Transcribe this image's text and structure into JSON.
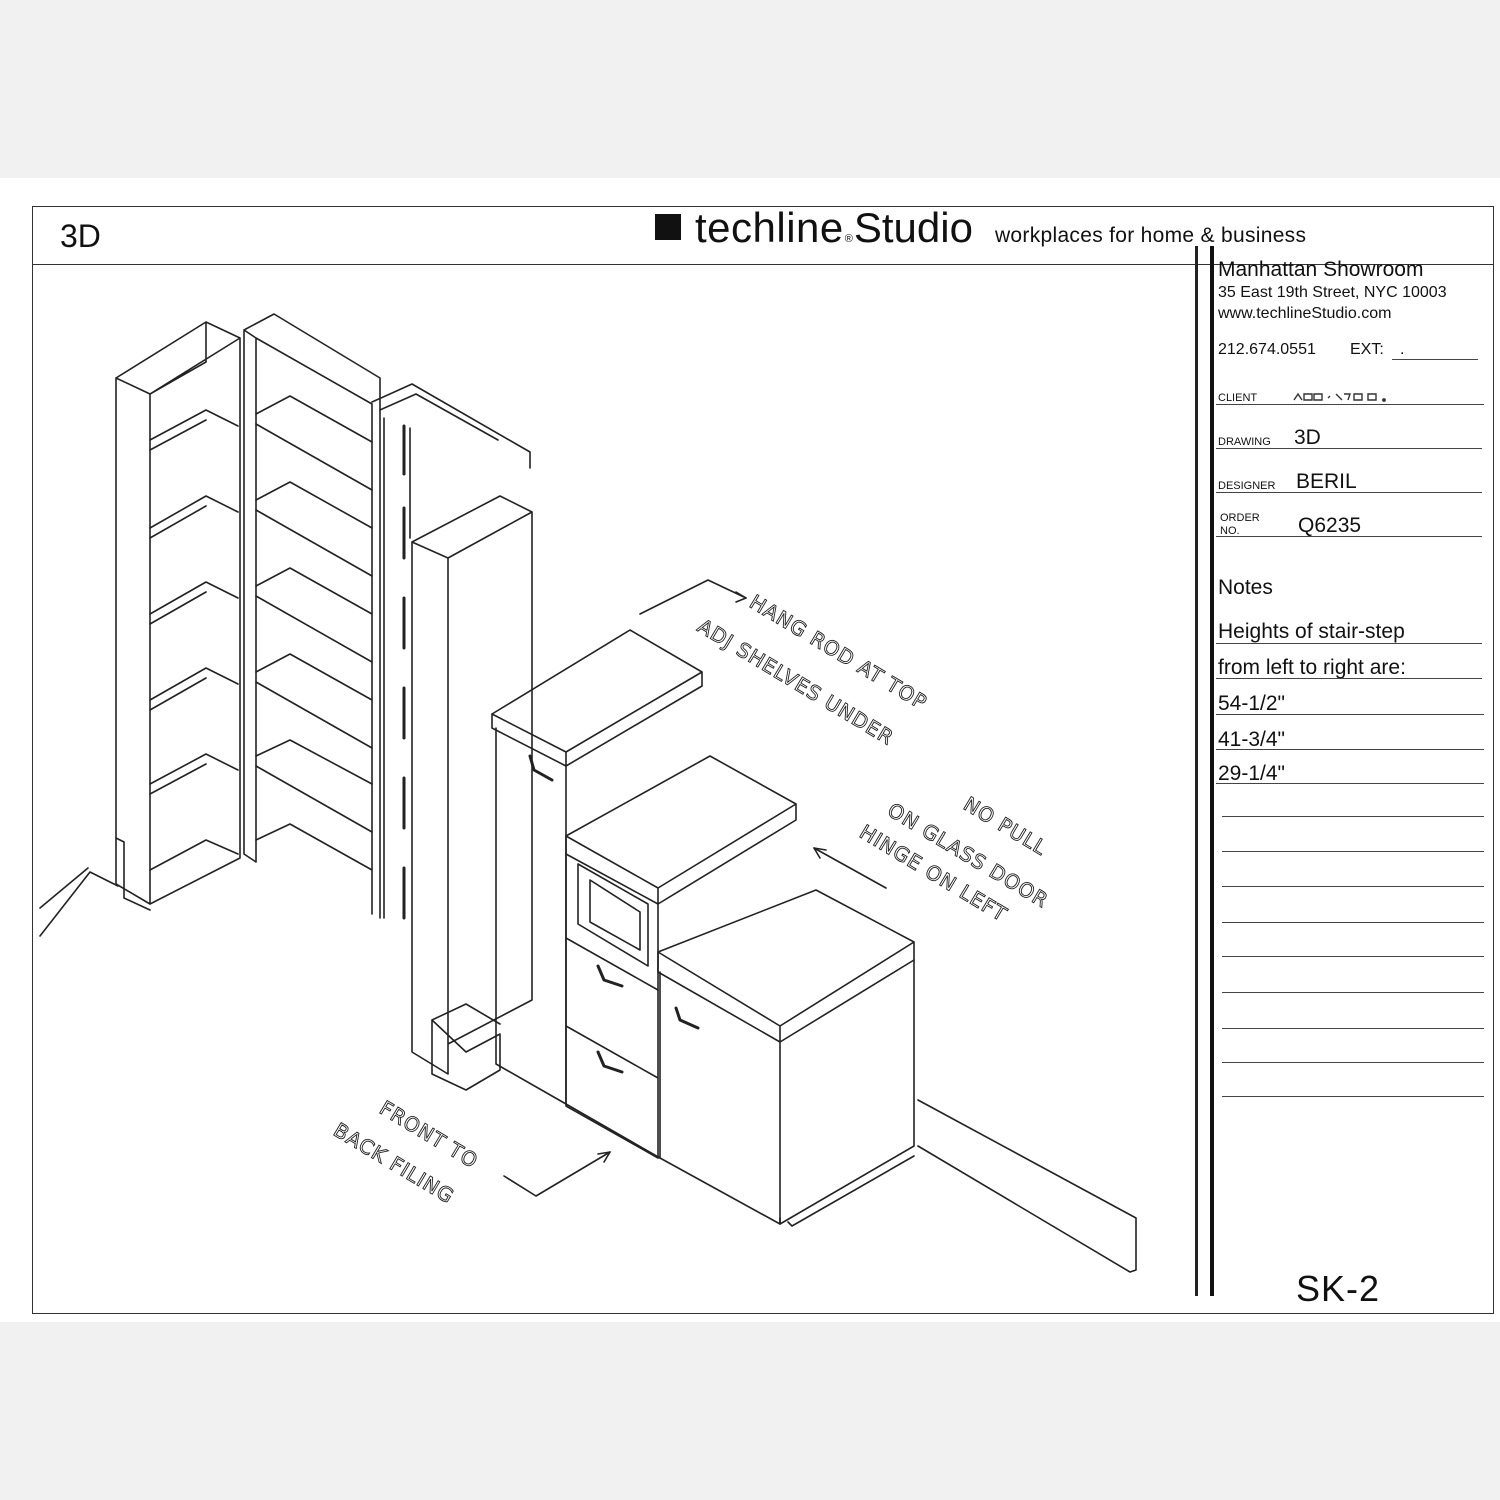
{
  "header": {
    "drawing_label": "3D",
    "brand_name": "techline",
    "brand_reg": "®",
    "brand_studio": "Studio",
    "tagline": "workplaces for home & business"
  },
  "title_block": {
    "showroom": "Manhattan Showroom",
    "address": "35 East 19th Street, NYC 10003",
    "website": "www.techlineStudio.com",
    "phone": "212.674.0551",
    "ext_label": "EXT:",
    "ext_value": ".",
    "client_label": "CLIENT",
    "drawing_field_label": "DRAWING",
    "drawing_field_value": "3D",
    "designer_label": "DESIGNER",
    "designer_value": "BERIL",
    "order_label_1": "ORDER",
    "order_label_2": "NO.",
    "order_value": "Q6235",
    "notes_label": "Notes",
    "notes": [
      "Heights of stair-step",
      "from left to right are:",
      "54-1/2\"",
      "41-3/4\"",
      "29-1/4\""
    ],
    "sheet_number": "SK-2"
  },
  "annotations": {
    "hang_rod_1": "HANG ROD AT TOP",
    "hang_rod_2": "ADJ SHELVES UNDER",
    "no_pull_1": "NO PULL",
    "no_pull_2": "ON GLASS DOOR",
    "no_pull_3": "HINGE ON LEFT",
    "filing_1": "FRONT TO",
    "filing_2": "BACK FILING"
  }
}
